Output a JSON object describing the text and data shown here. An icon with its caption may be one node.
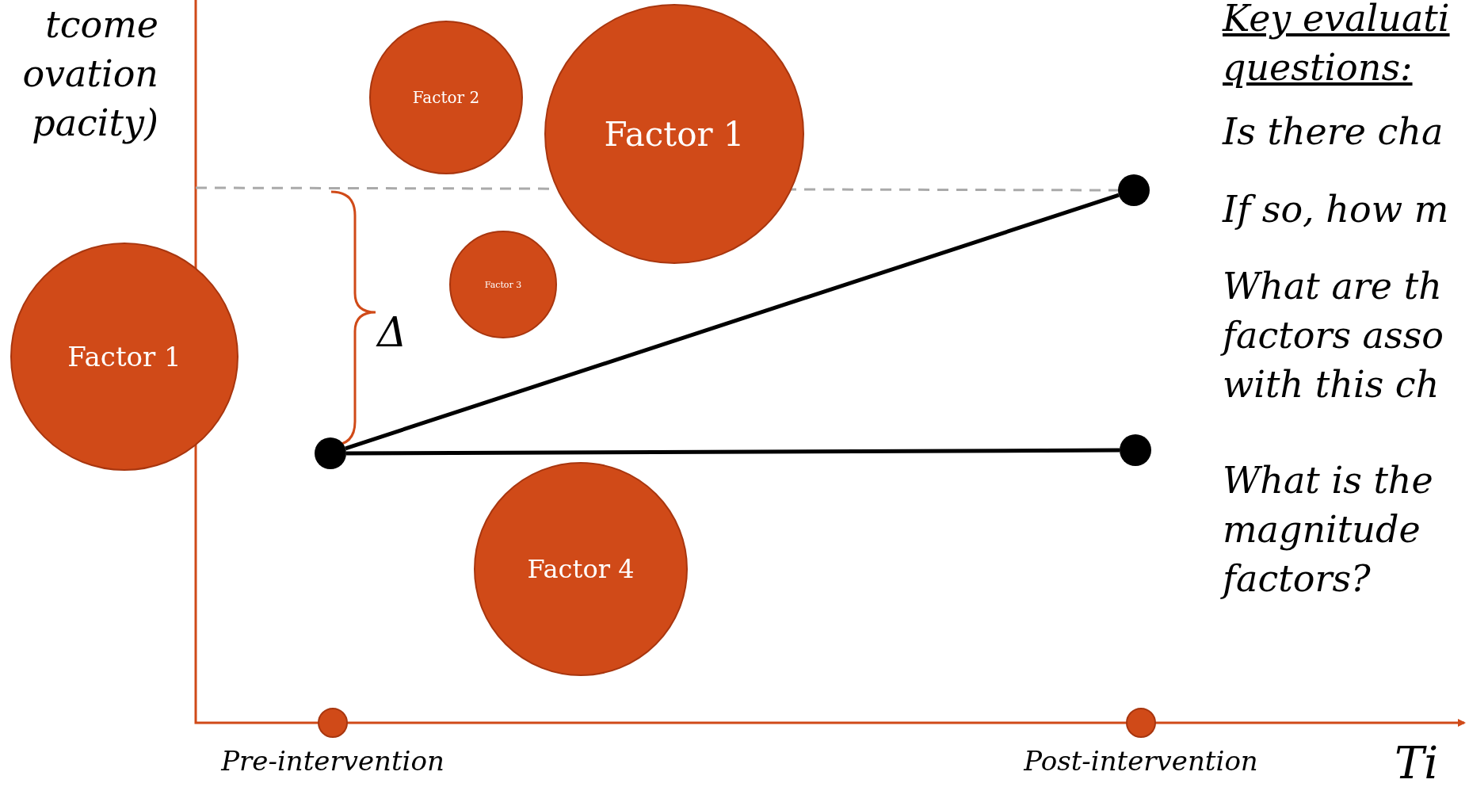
{
  "diagram": {
    "nodes": [
      {
        "text": [
          "Factor 1"
        ]
      },
      {
        "text": [
          "Factor 2"
        ]
      },
      {
        "text": [
          "Factor 1"
        ]
      },
      {
        "text": [
          "Factor 3"
        ]
      },
      {
        "text": [
          "Factor 4"
        ]
      },
      {
        "text": [],
        "shape": "circle"
      },
      {
        "text": [],
        "shape": "circle"
      },
      {
        "text": [],
        "shape": "circle"
      },
      {
        "text": [],
        "shape": "circle",
        "beside": [
          "Pre-intervention"
        ]
      },
      {
        "text": [],
        "shape": "circle",
        "beside": [
          "Post-intervention"
        ]
      }
    ],
    "edges": [
      {
        "from": 5,
        "to": 6,
        "arrow": "none"
      },
      {
        "from": 5,
        "to": 7,
        "arrow": "none"
      }
    ],
    "labels": [
      "tcome ovation pacity)",
      "Key evaluati questions:",
      "Is there cha",
      "If so, how m",
      "What are th factors asso with this ch",
      "What is the magnitude factors?",
      "Δ",
      "Ti"
    ]
  }
}
